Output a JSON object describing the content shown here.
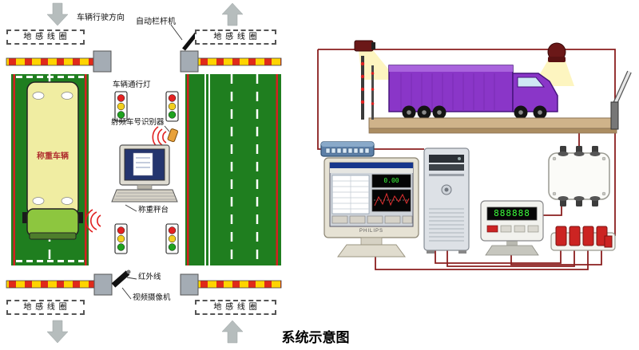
{
  "title": "系统示意图",
  "left_panel": {
    "direction_label": "车辆行驶方向",
    "auto_barrier_label": "自动栏杆机",
    "ground_coil_label": "地 感 线 圈",
    "pass_light_label": "车辆通行灯",
    "rfid_reader_label": "射频车号识别器",
    "weigh_vehicle_label": "称重车辆",
    "weigh_platform_label": "称重秤台",
    "infrared_label": "红外线",
    "video_camera_label": "视频摄像机"
  },
  "right_panel": {
    "monitor_brand": "PHILIPS",
    "screen_reading": "0.00",
    "indicator_reading": "888888"
  },
  "colors": {
    "road_green": "#1f7e1f",
    "barrier_yellow": "#ffd400",
    "barrier_red": "#e02a1a",
    "truck_yellow": "#f0eda2",
    "truck_cab_green": "#8dc63f",
    "container_purple": "#8a36c8",
    "wire_red": "#8b1f1f",
    "platform_tan": "#cfb38a"
  }
}
